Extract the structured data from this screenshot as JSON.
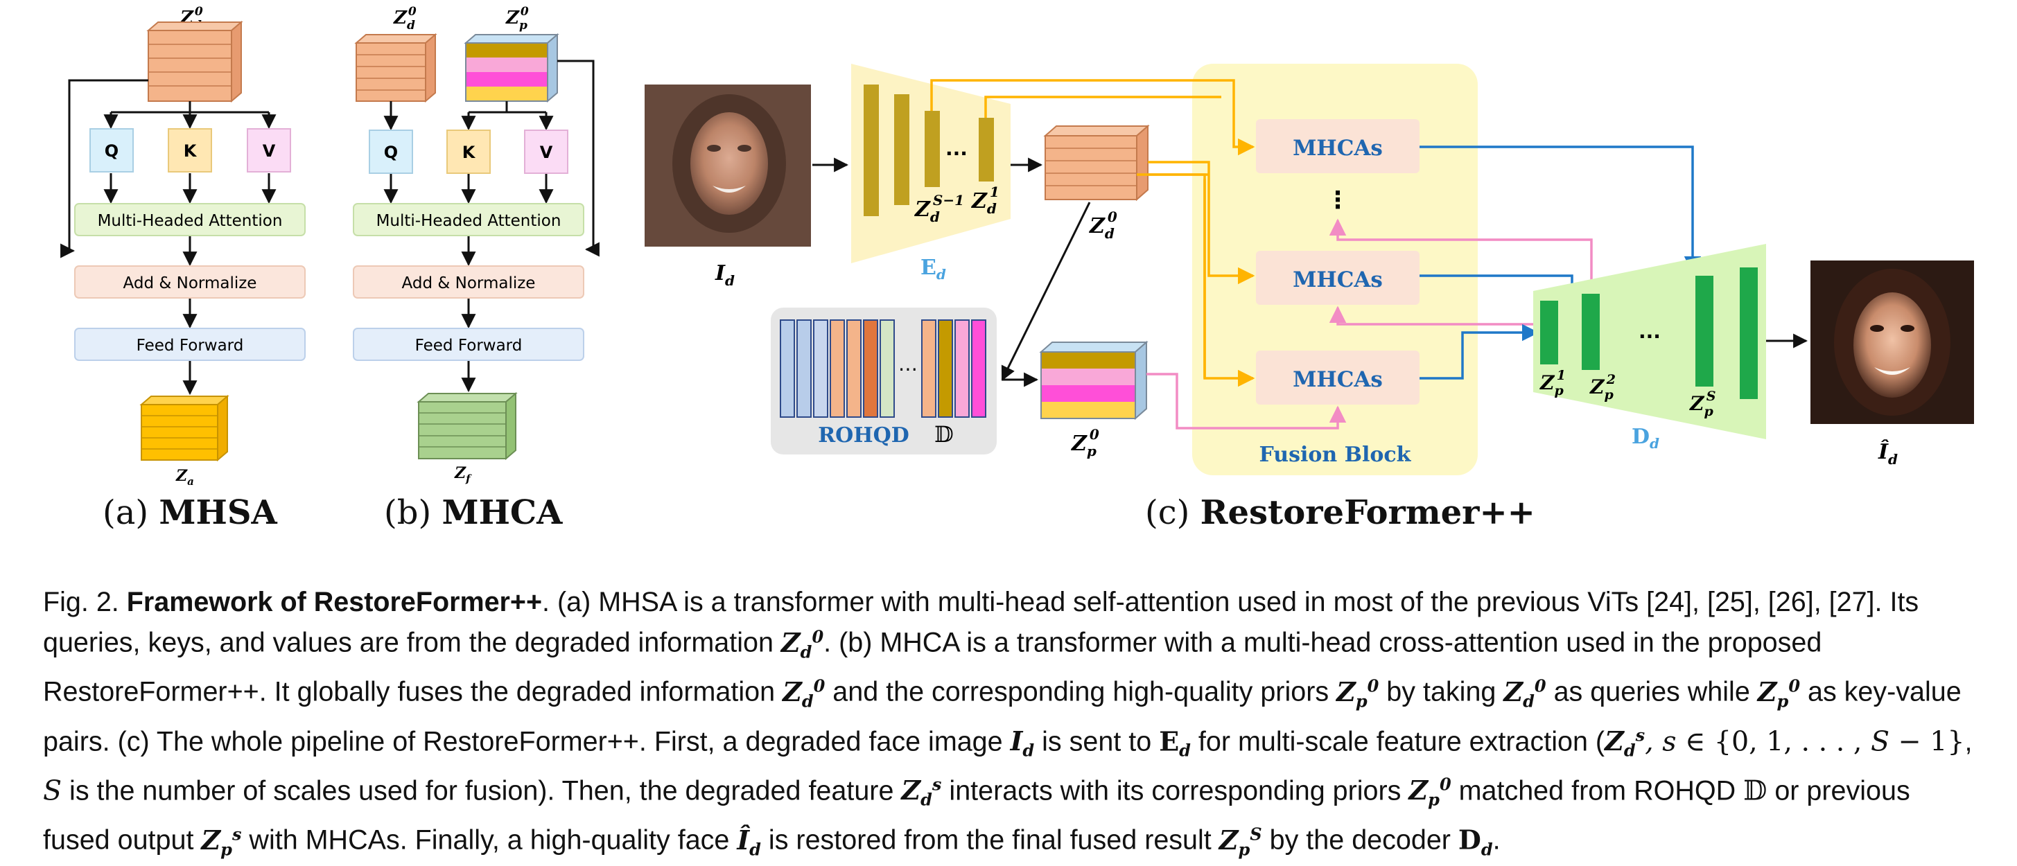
{
  "panel_a": {
    "input_symbol": "Z",
    "input_sub": "d",
    "input_sup": "0",
    "q": "Q",
    "k": "K",
    "v": "V",
    "attention": "Multi-Headed Attention",
    "add_norm": "Add &  Normalize",
    "feed_forward": "Feed Forward",
    "output_symbol": "Z",
    "output_sub": "a",
    "caption_prefix": "(a) ",
    "caption_bold": "MHSA"
  },
  "panel_b": {
    "input1_symbol": "Z",
    "input1_sub": "d",
    "input1_sup": "0",
    "input2_symbol": "Z",
    "input2_sub": "p",
    "input2_sup": "0",
    "q": "Q",
    "k": "K",
    "v": "V",
    "attention": "Multi-Headed Attention",
    "add_norm": "Add &  Normalize",
    "feed_forward": "Feed Forward",
    "output_symbol": "Z",
    "output_sub": "f",
    "caption_prefix": "(b) ",
    "caption_bold": "MHCA"
  },
  "panel_c": {
    "input_image_label": "I",
    "input_image_sub": "d",
    "encoder_label": "E",
    "encoder_sub": "d",
    "enc_dots": "...",
    "enc_feat1": "Z",
    "enc_feat1_sub": "d",
    "enc_feat1_sup": "S−1",
    "enc_feat2": "Z",
    "enc_feat2_sub": "d",
    "enc_feat2_sup": "1",
    "zd0": "Z",
    "zd0_sub": "d",
    "zd0_sup": "0",
    "zp0": "Z",
    "zp0_sub": "p",
    "zp0_sup": "0",
    "rohqd_dots": "⋯",
    "rohqd_label": "ROHQD",
    "rohqd_symbol": "𝔻",
    "mhca_top": "MHCAs",
    "mhca_mid": "MHCAs",
    "mhca_bot": "MHCAs",
    "vdots": "⋮",
    "fusion_label": "Fusion Block",
    "dec_feat1": "Z",
    "dec_feat1_sub": "p",
    "dec_feat1_sup": "1",
    "dec_feat2": "Z",
    "dec_feat2_sub": "p",
    "dec_feat2_sup": "2",
    "dec_feat3": "Z",
    "dec_feat3_sub": "p",
    "dec_feat3_sup": "S",
    "dec_dots": "...",
    "decoder_label": "D",
    "decoder_sub": "d",
    "output_image_label": "Î",
    "output_image_sub": "d",
    "caption_prefix": "(c) ",
    "caption_bold": "RestoreFormer++"
  },
  "caption": {
    "fig_label": "Fig. 2. ",
    "title": "Framework of RestoreFormer++",
    "s1": ". (a) MHSA is a transformer with multi-head self-attention used in most of the previous ViTs [24], [25], [26], [27]. Its queries, keys, and values are from the degraded information ",
    "s2": ". (b) MHCA is a transformer with a multi-head cross-attention used in the proposed RestoreFormer++. It globally fuses the degraded information ",
    "s3": " and the corresponding high-quality priors ",
    "s4": " by taking ",
    "s5": " as queries while ",
    "s6": " as key-value pairs. (c) The whole pipeline of RestoreFormer++. First, a degraded face image ",
    "s7": " is sent to ",
    "s8": " for multi-scale feature extraction (",
    "s9": ", ",
    "s10": " is the number of scales used for fusion). Then, the degraded feature ",
    "s11": " interacts with its corresponding priors ",
    "s12": " matched from ROHQD ",
    "s13": " or previous fused output ",
    "s14": " with MHCAs. Finally, a high-quality face ",
    "s15": " is restored from the final fused result ",
    "s16": " by the decoder ",
    "s17": "."
  },
  "colors": {
    "orange_cube": "#f4b48a",
    "yellow_cube": "#ffc000",
    "green_cube": "#a9d18e",
    "q_box": "#d9f0fb",
    "k_box": "#ffe7b3",
    "v_box": "#fbdcf5",
    "attention_box": "#e8f5d4",
    "addnorm_box": "#fbe6dc",
    "ff_box": "#e4eefa",
    "encoder_fill": "#fdf3c4",
    "encoder_bars": "#c0a020",
    "decoder_fill": "#d8f5b8",
    "decoder_bars": "#1fa84a",
    "fusion_fill": "#fdf8c6",
    "mhca_box": "#fbe3d6",
    "mhca_text": "#1f66b0",
    "arrow_yellow": "#ffb400",
    "arrow_blue": "#1f78c8",
    "arrow_pink": "#f28cc4",
    "rohqd_bg": "#e6e6e6",
    "rohqd_text": "#1f66b0"
  }
}
